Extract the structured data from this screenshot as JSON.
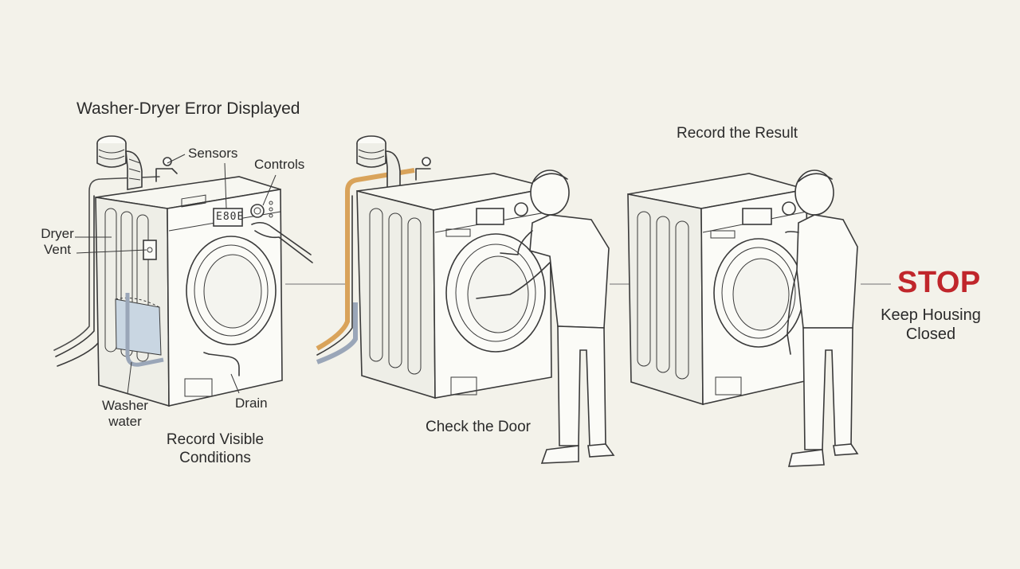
{
  "panel1": {
    "title": "Washer-Dryer Error Displayed",
    "callouts": {
      "sensors": "Sensors",
      "controls": "Controls",
      "dryer_vent_line1": "Dryer",
      "dryer_vent_line2": "Vent",
      "washer_water_line1": "Washer",
      "washer_water_line2": "water",
      "drain": "Drain"
    },
    "display_code": "E80E",
    "caption_line1": "Record Visible",
    "caption_line2": "Conditions"
  },
  "panel2": {
    "caption": "Check the Door"
  },
  "panel3": {
    "title": "Record the Result"
  },
  "final": {
    "stop": "STOP",
    "line1": "Keep Housing",
    "line2": "Closed"
  },
  "colors": {
    "background": "#f3f2ea",
    "stroke": "#3a3a3a",
    "stop_red": "#c0262b",
    "hose_orange": "#d9a35a",
    "pipe_blue": "#9aa6b8",
    "water_blue": "#c9d6e2",
    "door_highlight": "#8793b3"
  }
}
